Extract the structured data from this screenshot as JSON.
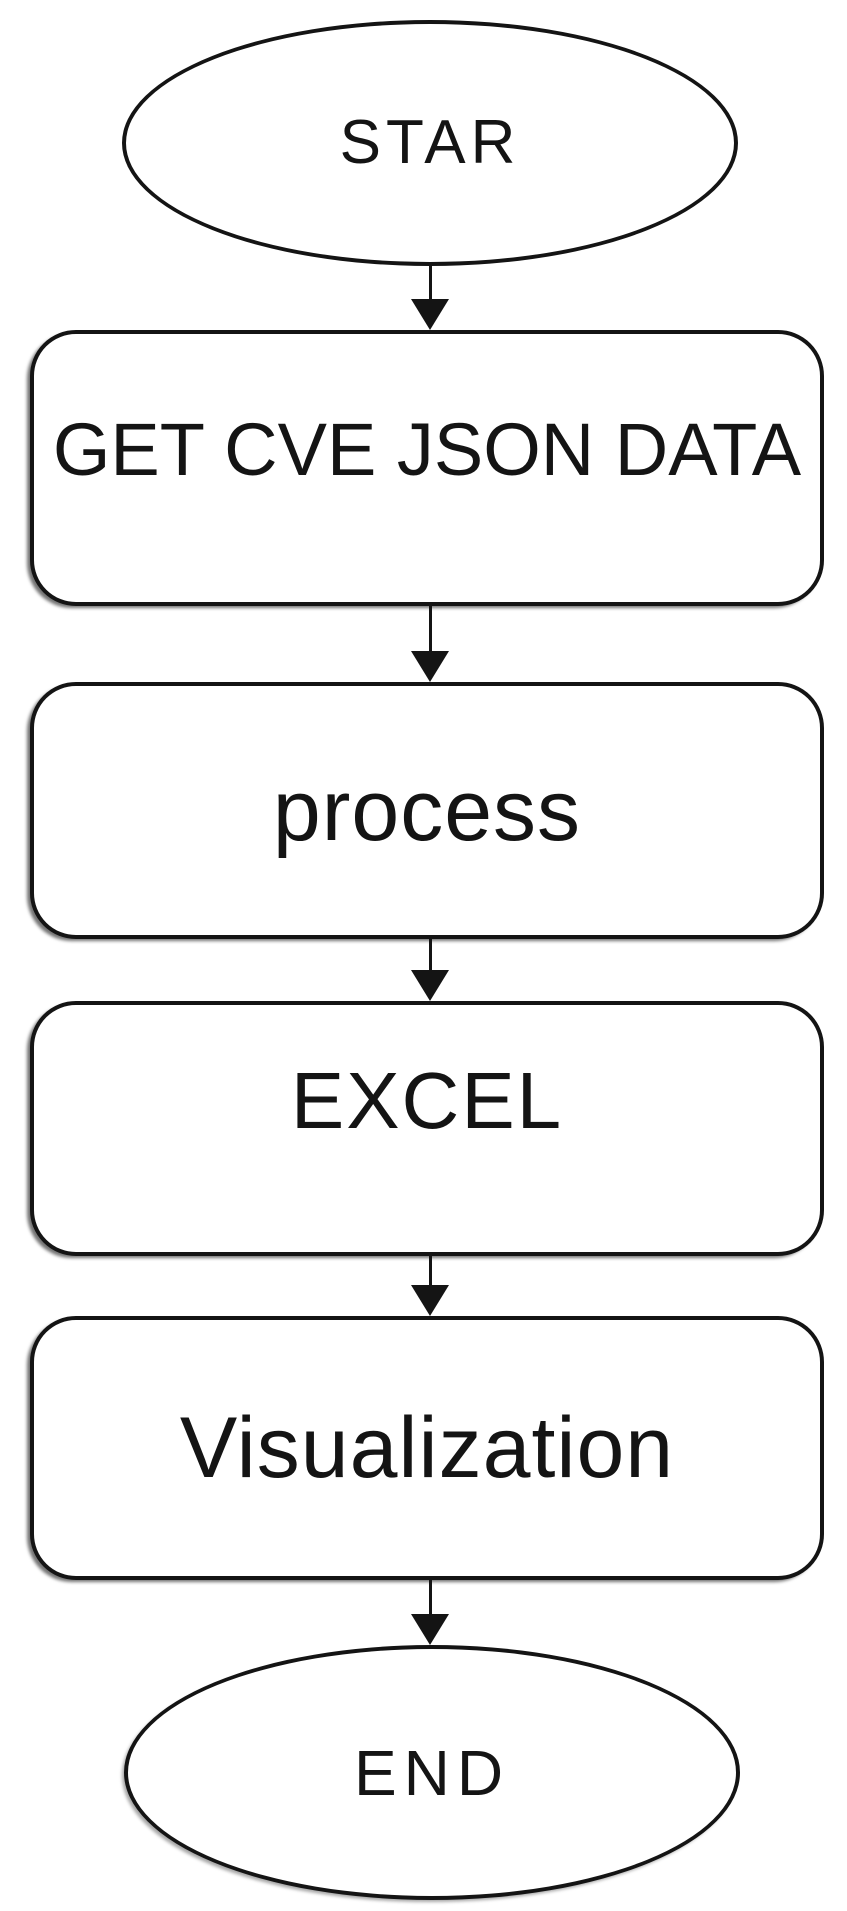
{
  "diagram": {
    "type": "flowchart",
    "background_color": "#ffffff",
    "stroke_color": "#141414",
    "text_color": "#141414",
    "nodes": [
      {
        "id": "start",
        "shape": "ellipse",
        "label": "STAR"
      },
      {
        "id": "get-cve-data",
        "shape": "rounded-rect",
        "label": "GET CVE JSON DATA"
      },
      {
        "id": "process",
        "shape": "rounded-rect",
        "label": "process"
      },
      {
        "id": "excel",
        "shape": "rounded-rect",
        "label": "EXCEL"
      },
      {
        "id": "visualization",
        "shape": "rounded-rect",
        "label": "Visualization"
      },
      {
        "id": "end",
        "shape": "ellipse",
        "label": "END"
      }
    ],
    "edges": [
      {
        "from": "start",
        "to": "get-cve-data",
        "direction": "down"
      },
      {
        "from": "get-cve-data",
        "to": "process",
        "direction": "down"
      },
      {
        "from": "process",
        "to": "excel",
        "direction": "down"
      },
      {
        "from": "excel",
        "to": "visualization",
        "direction": "down"
      },
      {
        "from": "visualization",
        "to": "end",
        "direction": "down"
      }
    ]
  }
}
